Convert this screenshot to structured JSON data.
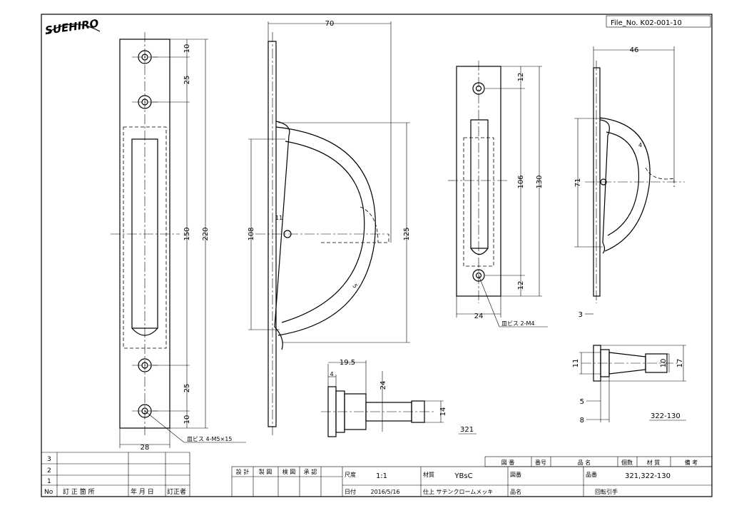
{
  "header": {
    "logo_text": "SUEHIRO",
    "file_no": "File_No.  K02-001-10"
  },
  "dims": {
    "front": {
      "d10a": "10",
      "d25a": "25",
      "d150": "150",
      "d220": "220",
      "d25b": "25",
      "d10b": "10",
      "d28": "28"
    },
    "front_note": "皿ビス 4-M5×15",
    "side": {
      "d70": "70",
      "d108": "108",
      "d125": "125",
      "d11": "11",
      "d5": "5"
    },
    "small_front": {
      "d12a": "12",
      "d106": "106",
      "d130": "130",
      "d12b": "12",
      "d24": "24"
    },
    "small_note": "皿ビス 2-M4",
    "small_side": {
      "d46": "46",
      "d71": "71",
      "d4": "4",
      "d3": "3"
    },
    "detail321": {
      "d19_5": "19.5",
      "d4": "4",
      "d24": "24",
      "d14": "14",
      "label": "321"
    },
    "detail322": {
      "d11": "11",
      "d10": "10",
      "d17": "17",
      "d5": "5",
      "d8": "8",
      "label": "322-130"
    }
  },
  "revision_table": {
    "rows": [
      "3",
      "2",
      "1"
    ],
    "header": {
      "no": "No",
      "place": "訂 正 箇 所",
      "date": "年 月 日",
      "person": "訂正者"
    }
  },
  "title_block": {
    "roles": [
      "設 計",
      "製 図",
      "検 図",
      "承 認"
    ],
    "scale_label": "尺度",
    "scale_value": "1:1",
    "date_label": "日付",
    "date_value": "2016/5/16",
    "material_label": "材質",
    "material_value": "YBsC",
    "finish": "仕上 サテンクロームメッキ",
    "drawing_no_label": "図番",
    "part_no_label": "品番",
    "part_no_value": "321,322-130",
    "name_label": "品名",
    "name_value": "回転引手",
    "parts_header": [
      "図 番",
      "番号",
      "品 名",
      "個数",
      "材 質",
      "備 考"
    ]
  }
}
